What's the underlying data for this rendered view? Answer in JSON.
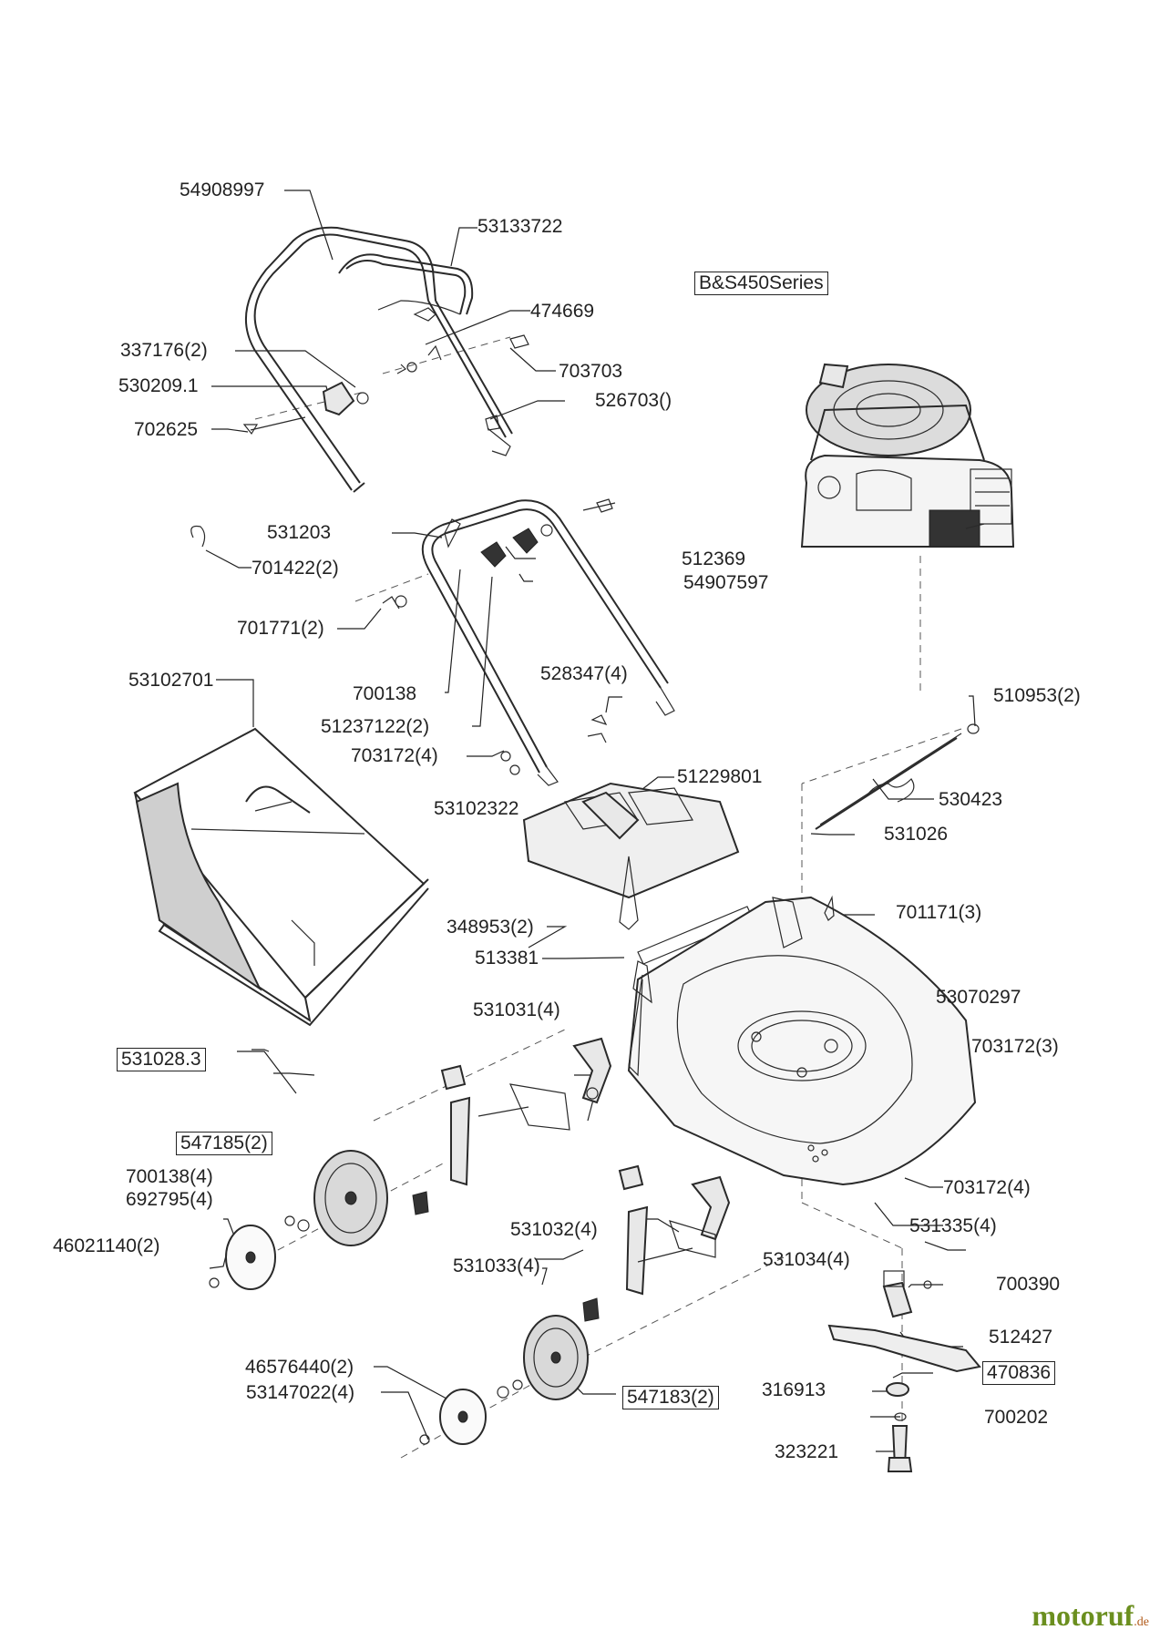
{
  "labels": {
    "handle_upper": "54908997",
    "cable_53133722": "53133722",
    "engine": "B&S450Series",
    "p474669": "474669",
    "p337176": "337176(2)",
    "p703703": "703703",
    "p530209": "530209.1",
    "p526703": "526703()",
    "p702625": "702625",
    "p531203": "531203",
    "p512369": "512369",
    "p701422": "701422(2)",
    "p54907597": "54907597",
    "p701771": "701771(2)",
    "p528347": "528347(4)",
    "p510953": "510953(2)",
    "p53102701": "53102701",
    "p700138": "700138",
    "p51237122": "51237122(2)",
    "p703172_4a": "703172(4)",
    "p51229801": "51229801",
    "p53102322": "53102322",
    "p530423": "530423",
    "p531026": "531026",
    "p348953": "348953(2)",
    "p701171": "701171(3)",
    "p513381": "513381",
    "p53070297": "53070297",
    "p531031": "531031(4)",
    "p703172_3": "703172(3)",
    "p531028": "531028.3",
    "p547185": "547185(2)",
    "p700138_4": "700138(4)",
    "p692795": "692795(4)",
    "p703172_4b": "703172(4)",
    "p531032": "531032(4)",
    "p531335": "531335(4)",
    "p46021140": "46021140(2)",
    "p531033": "531033(4)",
    "p531034": "531034(4)",
    "p700390": "700390",
    "p512427": "512427",
    "p46576440": "46576440(2)",
    "p470836": "470836",
    "p316913": "316913",
    "p53147022": "53147022(4)",
    "p547183": "547183(2)",
    "p700202": "700202",
    "p323221": "323221"
  },
  "brand": {
    "name": "motoruf",
    "tld": ".de"
  },
  "colors": {
    "ink": "#2a2a2a",
    "brand_green": "#6b8f1f",
    "brand_orange": "#b15a1a"
  }
}
